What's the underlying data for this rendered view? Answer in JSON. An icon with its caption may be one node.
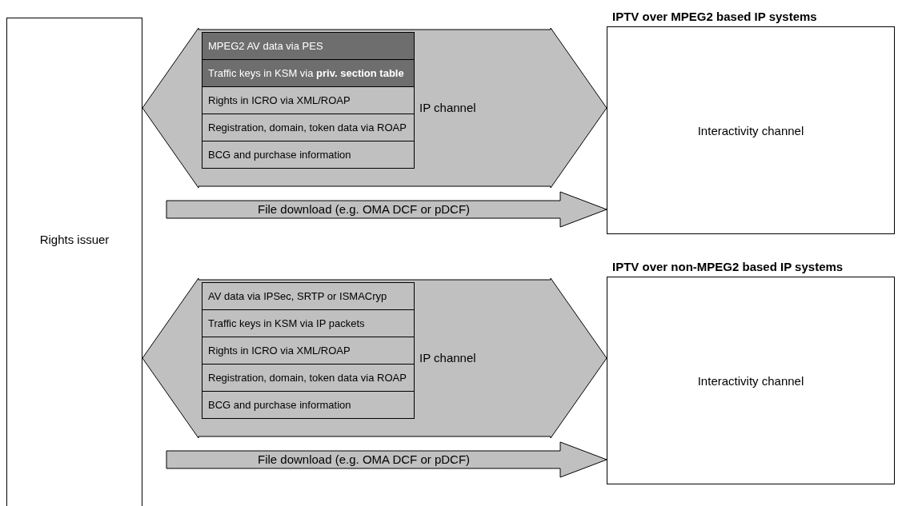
{
  "diagram": {
    "nodes": [
      {
        "text": [
          "Rights issuer"
        ]
      },
      {
        "text": [
          "IPTV over MPEG2 based IP systems",
          "Interactivity channel"
        ]
      },
      {
        "text": [
          "MPEG2 AV data via PES"
        ]
      },
      {
        "text": [
          "Traffic keys in KSM via **priv. section table**"
        ]
      },
      {
        "text": [
          "Rights in ICRO via XML/ROAP"
        ]
      },
      {
        "text": [
          "Registration, domain, token data via ROAP"
        ]
      },
      {
        "text": [
          "BCG and purchase information"
        ]
      },
      {
        "text": [
          "IPTV over non-MPEG2 based IP systems",
          "Interactivity channel"
        ]
      },
      {
        "text": [
          "AV data via IPSec, SRTP or ISMACryp"
        ]
      },
      {
        "text": [
          "Traffic keys in KSM via IP packets"
        ]
      },
      {
        "text": [
          "Rights in ICRO via XML/ROAP"
        ]
      },
      {
        "text": [
          "Registration, domain, token data via ROAP"
        ]
      },
      {
        "text": [
          "BCG and purchase information"
        ]
      }
    ],
    "edges": [
      {
        "from": 0,
        "to": 1,
        "arrow": "both",
        "label": "IP channel"
      },
      {
        "from": 0,
        "to": 1,
        "arrow": "to",
        "label": "File download (e.g. OMA DCF or pDCF)"
      },
      {
        "from": 0,
        "to": 7,
        "arrow": "both",
        "label": "IP channel"
      },
      {
        "from": 0,
        "to": 7,
        "arrow": "to",
        "label": "File download (e.g. OMA DCF or pDCF)"
      }
    ]
  }
}
